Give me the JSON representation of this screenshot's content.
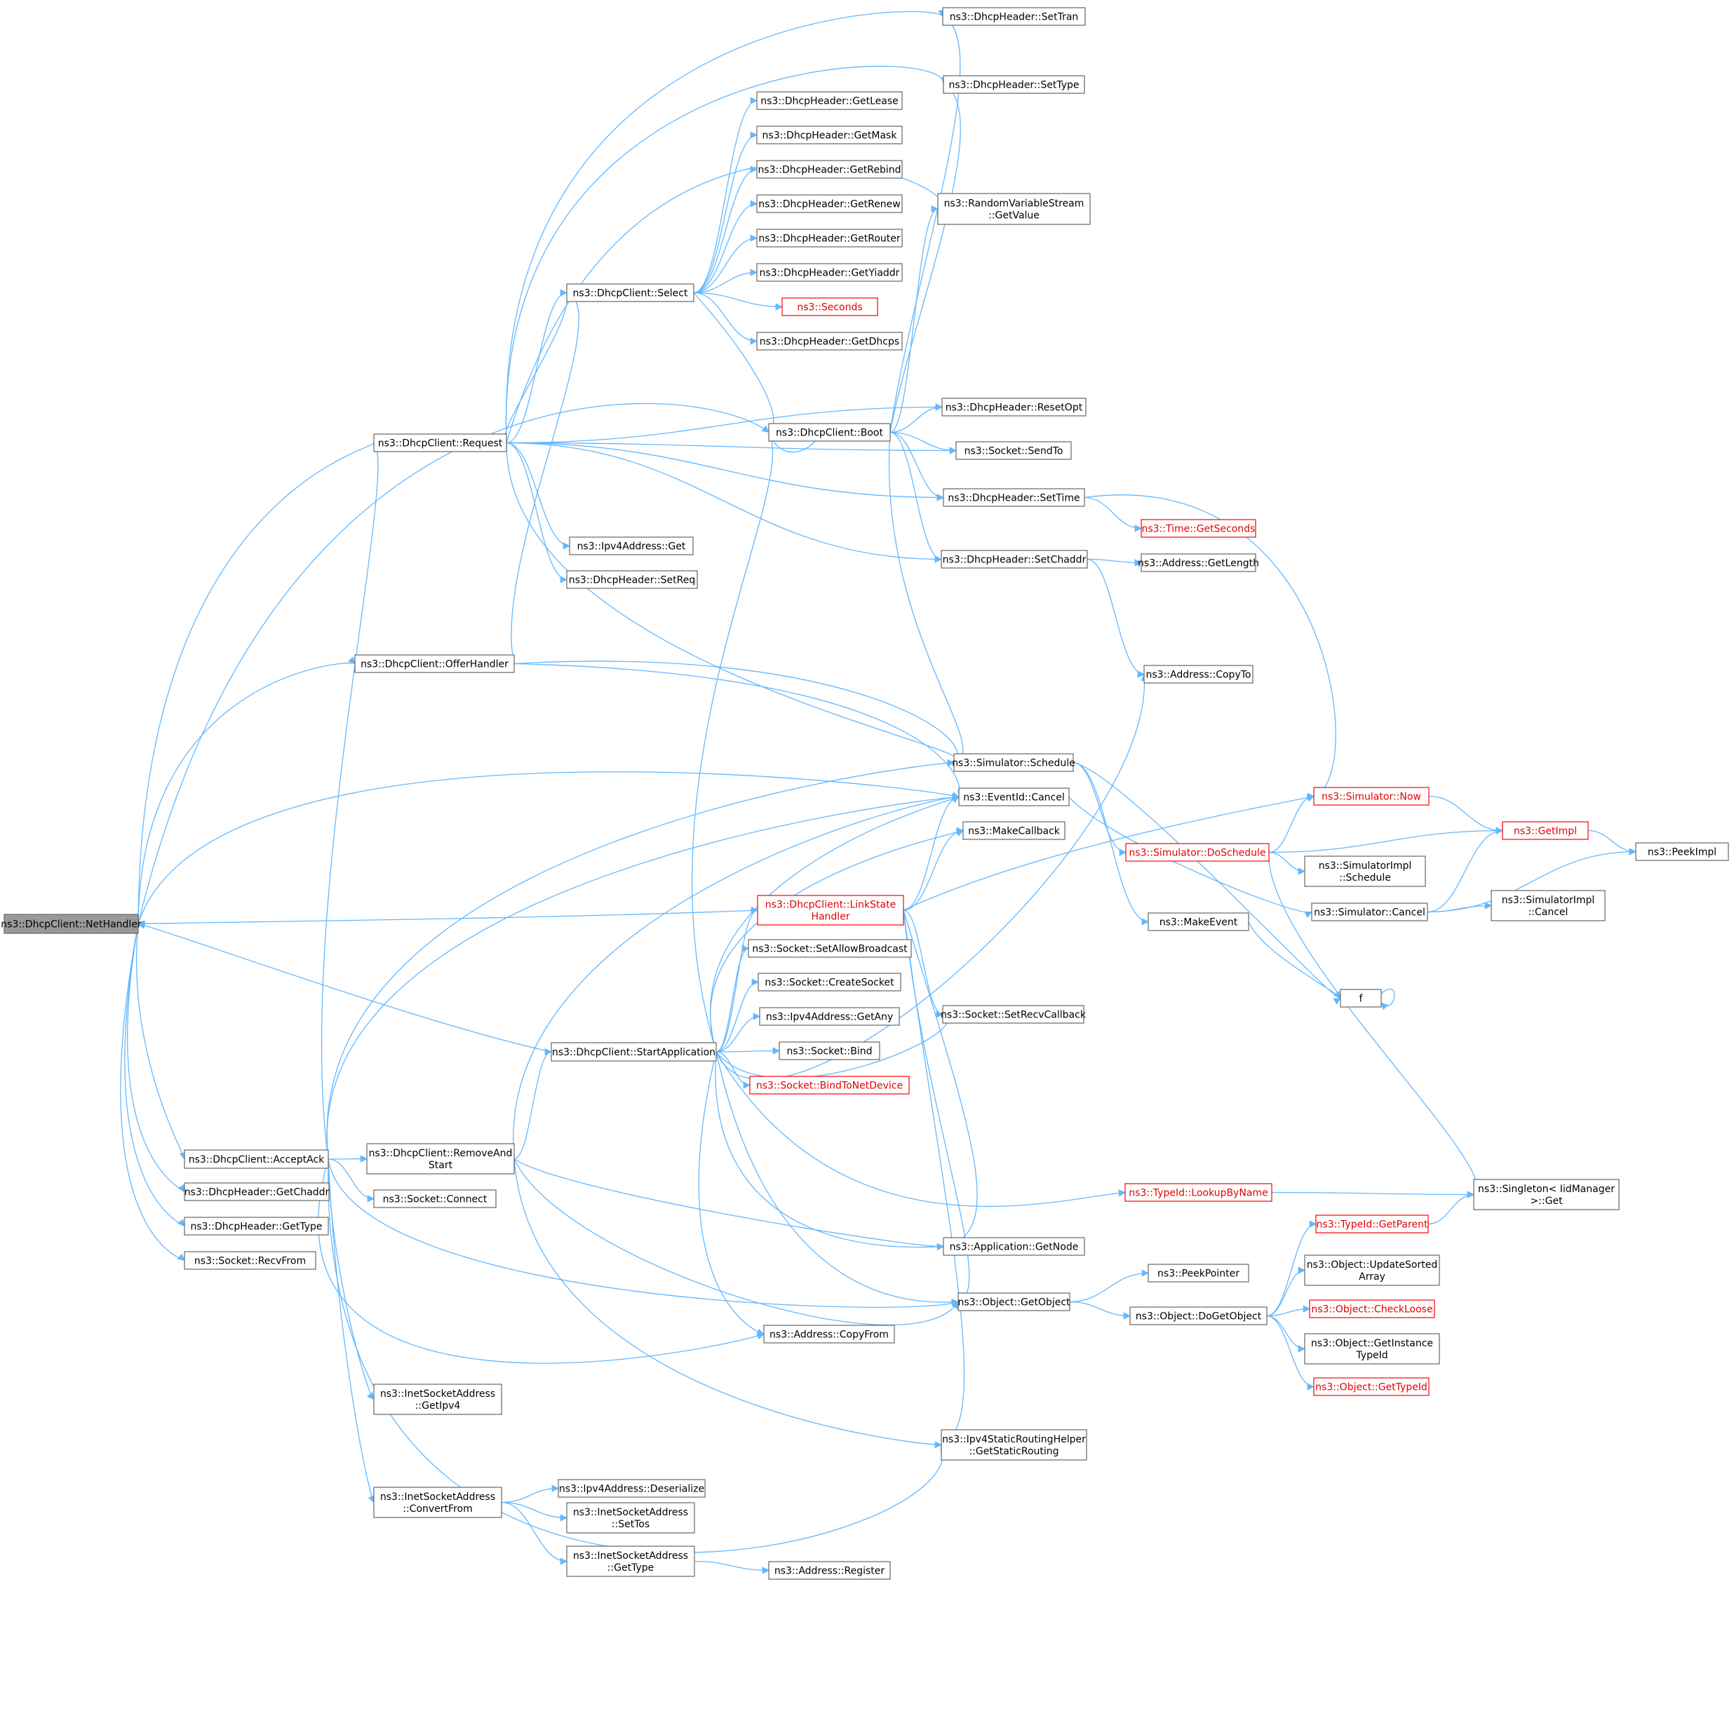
{
  "diagram": {
    "type": "call-graph",
    "colors": {
      "edge": "#63b8ff",
      "node_border": "#666666",
      "root_fill": "#999999",
      "warning_border": "#ff0000"
    },
    "nodes": [
      {
        "id": "root",
        "lines": [
          "ns3::DhcpClient::NetHandler"
        ],
        "root": true
      },
      {
        "id": "request",
        "lines": [
          "ns3::DhcpClient::Request"
        ]
      },
      {
        "id": "offer",
        "lines": [
          "ns3::DhcpClient::OfferHandler"
        ]
      },
      {
        "id": "acceptack",
        "lines": [
          "ns3::DhcpClient::AcceptAck"
        ]
      },
      {
        "id": "getchaddr",
        "lines": [
          "ns3::DhcpHeader::GetChaddr"
        ]
      },
      {
        "id": "gettype",
        "lines": [
          "ns3::DhcpHeader::GetType"
        ]
      },
      {
        "id": "recvfrom",
        "lines": [
          "ns3::Socket::RecvFrom"
        ]
      },
      {
        "id": "select",
        "lines": [
          "ns3::DhcpClient::Select"
        ]
      },
      {
        "id": "ipv4get",
        "lines": [
          "ns3::Ipv4Address::Get"
        ]
      },
      {
        "id": "setreq",
        "lines": [
          "ns3::DhcpHeader::SetReq"
        ]
      },
      {
        "id": "removestart",
        "lines": [
          "ns3::DhcpClient::RemoveAnd",
          "Start"
        ]
      },
      {
        "id": "connect",
        "lines": [
          "ns3::Socket::Connect"
        ]
      },
      {
        "id": "inetgetipv4",
        "lines": [
          "ns3::InetSocketAddress",
          "::GetIpv4"
        ]
      },
      {
        "id": "inetconv",
        "lines": [
          "ns3::InetSocketAddress",
          "::ConvertFrom"
        ]
      },
      {
        "id": "startapp",
        "lines": [
          "ns3::DhcpClient::StartApplication"
        ]
      },
      {
        "id": "getlease",
        "lines": [
          "ns3::DhcpHeader::GetLease"
        ]
      },
      {
        "id": "getmask",
        "lines": [
          "ns3::DhcpHeader::GetMask"
        ]
      },
      {
        "id": "getrebind",
        "lines": [
          "ns3::DhcpHeader::GetRebind"
        ]
      },
      {
        "id": "getrenew",
        "lines": [
          "ns3::DhcpHeader::GetRenew"
        ]
      },
      {
        "id": "getrouter",
        "lines": [
          "ns3::DhcpHeader::GetRouter"
        ]
      },
      {
        "id": "getyiaddr",
        "lines": [
          "ns3::DhcpHeader::GetYiaddr"
        ]
      },
      {
        "id": "seconds",
        "lines": [
          "ns3::Seconds"
        ],
        "red": true
      },
      {
        "id": "getdhcps",
        "lines": [
          "ns3::DhcpHeader::GetDhcps"
        ]
      },
      {
        "id": "boot",
        "lines": [
          "ns3::DhcpClient::Boot"
        ]
      },
      {
        "id": "linkstate",
        "lines": [
          "ns3::DhcpClient::LinkState",
          "Handler"
        ],
        "red": true
      },
      {
        "id": "setallow",
        "lines": [
          "ns3::Socket::SetAllowBroadcast"
        ]
      },
      {
        "id": "createsock",
        "lines": [
          "ns3::Socket::CreateSocket"
        ]
      },
      {
        "id": "getany",
        "lines": [
          "ns3::Ipv4Address::GetAny"
        ]
      },
      {
        "id": "bind",
        "lines": [
          "ns3::Socket::Bind"
        ]
      },
      {
        "id": "bindnet",
        "lines": [
          "ns3::Socket::BindToNetDevice"
        ],
        "red": true
      },
      {
        "id": "copyfrom",
        "lines": [
          "ns3::Address::CopyFrom"
        ]
      },
      {
        "id": "ipv4deser",
        "lines": [
          "ns3::Ipv4Address::Deserialize"
        ]
      },
      {
        "id": "settos",
        "lines": [
          "ns3::InetSocketAddress",
          "::SetTos"
        ]
      },
      {
        "id": "inetgettype",
        "lines": [
          "ns3::InetSocketAddress",
          "::GetType"
        ]
      },
      {
        "id": "register",
        "lines": [
          "ns3::Address::Register"
        ]
      },
      {
        "id": "settran",
        "lines": [
          "ns3::DhcpHeader::SetTran"
        ]
      },
      {
        "id": "settype",
        "lines": [
          "ns3::DhcpHeader::SetType"
        ]
      },
      {
        "id": "rvsget",
        "lines": [
          "ns3::RandomVariableStream",
          "::GetValue"
        ]
      },
      {
        "id": "resetopt",
        "lines": [
          "ns3::DhcpHeader::ResetOpt"
        ]
      },
      {
        "id": "sendto",
        "lines": [
          "ns3::Socket::SendTo"
        ]
      },
      {
        "id": "settime",
        "lines": [
          "ns3::DhcpHeader::SetTime"
        ]
      },
      {
        "id": "setchaddr",
        "lines": [
          "ns3::DhcpHeader::SetChaddr"
        ]
      },
      {
        "id": "schedule",
        "lines": [
          "ns3::Simulator::Schedule"
        ]
      },
      {
        "id": "cancel",
        "lines": [
          "ns3::EventId::Cancel"
        ]
      },
      {
        "id": "makecb",
        "lines": [
          "ns3::MakeCallback"
        ]
      },
      {
        "id": "setrecv",
        "lines": [
          "ns3::Socket::SetRecvCallback"
        ]
      },
      {
        "id": "getnode",
        "lines": [
          "ns3::Application::GetNode"
        ]
      },
      {
        "id": "getobject",
        "lines": [
          "ns3::Object::GetObject"
        ]
      },
      {
        "id": "getstatic",
        "lines": [
          "ns3::Ipv4StaticRoutingHelper",
          "::GetStaticRouting"
        ]
      },
      {
        "id": "timegetsec",
        "lines": [
          "ns3::Time::GetSeconds"
        ],
        "red": true
      },
      {
        "id": "addrgetlen",
        "lines": [
          "ns3::Address::GetLength"
        ]
      },
      {
        "id": "copyto",
        "lines": [
          "ns3::Address::CopyTo"
        ]
      },
      {
        "id": "simnow",
        "lines": [
          "ns3::Simulator::Now"
        ],
        "red": true
      },
      {
        "id": "doschedule",
        "lines": [
          "ns3::Simulator::DoSchedule"
        ],
        "red": true
      },
      {
        "id": "makeevent",
        "lines": [
          "ns3::MakeEvent"
        ]
      },
      {
        "id": "lookupbyname",
        "lines": [
          "ns3::TypeId::LookupByName"
        ],
        "red": true
      },
      {
        "id": "peekpointer",
        "lines": [
          "ns3::PeekPointer"
        ]
      },
      {
        "id": "dogetobject",
        "lines": [
          "ns3::Object::DoGetObject"
        ]
      },
      {
        "id": "getimpl",
        "lines": [
          "ns3::GetImpl"
        ],
        "red": true
      },
      {
        "id": "simimplsched",
        "lines": [
          "ns3::SimulatorImpl",
          "::Schedule"
        ]
      },
      {
        "id": "simcancel",
        "lines": [
          "ns3::Simulator::Cancel"
        ]
      },
      {
        "id": "f",
        "lines": [
          "f"
        ]
      },
      {
        "id": "singleton",
        "lines": [
          "ns3::Singleton< IidManager",
          "  >::Get"
        ]
      },
      {
        "id": "getparent",
        "lines": [
          "ns3::TypeId::GetParent"
        ],
        "red": true
      },
      {
        "id": "updatesorted",
        "lines": [
          "ns3::Object::UpdateSorted",
          "Array"
        ]
      },
      {
        "id": "checkloose",
        "lines": [
          "ns3::Object::CheckLoose"
        ],
        "red": true
      },
      {
        "id": "getinstance",
        "lines": [
          "ns3::Object::GetInstance",
          "TypeId"
        ]
      },
      {
        "id": "gettypeid",
        "lines": [
          "ns3::Object::GetTypeId"
        ],
        "red": true
      },
      {
        "id": "peekimpl",
        "lines": [
          "ns3::PeekImpl"
        ]
      },
      {
        "id": "simimplcancel",
        "lines": [
          "ns3::SimulatorImpl",
          "::Cancel"
        ]
      }
    ],
    "edges": [
      [
        "root",
        "request"
      ],
      [
        "root",
        "offer"
      ],
      [
        "root",
        "acceptack"
      ],
      [
        "root",
        "getchaddr"
      ],
      [
        "root",
        "gettype"
      ],
      [
        "root",
        "recvfrom"
      ],
      [
        "root",
        "boot"
      ],
      [
        "root",
        "cancel"
      ],
      [
        "request",
        "select"
      ],
      [
        "request",
        "settran"
      ],
      [
        "request",
        "settype"
      ],
      [
        "request",
        "rvsget"
      ],
      [
        "request",
        "resetopt"
      ],
      [
        "request",
        "sendto"
      ],
      [
        "request",
        "settime"
      ],
      [
        "request",
        "setchaddr"
      ],
      [
        "request",
        "ipv4get"
      ],
      [
        "request",
        "setreq"
      ],
      [
        "request",
        "schedule"
      ],
      [
        "select",
        "getlease"
      ],
      [
        "select",
        "getmask"
      ],
      [
        "select",
        "getrebind"
      ],
      [
        "select",
        "getrenew"
      ],
      [
        "select",
        "getrouter"
      ],
      [
        "select",
        "getyiaddr"
      ],
      [
        "select",
        "seconds"
      ],
      [
        "select",
        "getdhcps"
      ],
      [
        "select",
        "boot"
      ],
      [
        "select",
        "request"
      ],
      [
        "offer",
        "select"
      ],
      [
        "offer",
        "schedule"
      ],
      [
        "offer",
        "cancel"
      ],
      [
        "acceptack",
        "request"
      ],
      [
        "acceptack",
        "removestart"
      ],
      [
        "acceptack",
        "connect"
      ],
      [
        "acceptack",
        "inetgetipv4"
      ],
      [
        "acceptack",
        "inetconv"
      ],
      [
        "acceptack",
        "schedule"
      ],
      [
        "acceptack",
        "cancel"
      ],
      [
        "acceptack",
        "getobject"
      ],
      [
        "acceptack",
        "getstatic"
      ],
      [
        "acceptack",
        "copyfrom"
      ],
      [
        "removestart",
        "startapp"
      ],
      [
        "removestart",
        "cancel"
      ],
      [
        "removestart",
        "getnode"
      ],
      [
        "removestart",
        "getobject"
      ],
      [
        "removestart",
        "getstatic"
      ],
      [
        "inetconv",
        "ipv4deser"
      ],
      [
        "inetconv",
        "settos"
      ],
      [
        "inetconv",
        "inetgettype"
      ],
      [
        "inetgettype",
        "register"
      ],
      [
        "startapp",
        "root"
      ],
      [
        "startapp",
        "boot"
      ],
      [
        "startapp",
        "linkstate"
      ],
      [
        "startapp",
        "setallow"
      ],
      [
        "startapp",
        "createsock"
      ],
      [
        "startapp",
        "getany"
      ],
      [
        "startapp",
        "bind"
      ],
      [
        "startapp",
        "bindnet"
      ],
      [
        "startapp",
        "copyfrom"
      ],
      [
        "startapp",
        "makecb"
      ],
      [
        "startapp",
        "cancel"
      ],
      [
        "startapp",
        "setrecv"
      ],
      [
        "startapp",
        "getnode"
      ],
      [
        "startapp",
        "getobject"
      ],
      [
        "startapp",
        "lookupbyname"
      ],
      [
        "startapp",
        "copyto"
      ],
      [
        "boot",
        "boot"
      ],
      [
        "boot",
        "settran"
      ],
      [
        "boot",
        "settype"
      ],
      [
        "boot",
        "rvsget"
      ],
      [
        "boot",
        "resetopt"
      ],
      [
        "boot",
        "sendto"
      ],
      [
        "boot",
        "settime"
      ],
      [
        "boot",
        "setchaddr"
      ],
      [
        "boot",
        "schedule"
      ],
      [
        "linkstate",
        "root"
      ],
      [
        "linkstate",
        "cancel"
      ],
      [
        "linkstate",
        "makecb"
      ],
      [
        "linkstate",
        "setrecv"
      ],
      [
        "linkstate",
        "getnode"
      ],
      [
        "linkstate",
        "getobject"
      ],
      [
        "linkstate",
        "getstatic"
      ],
      [
        "linkstate",
        "simnow"
      ],
      [
        "settime",
        "timegetsec"
      ],
      [
        "settime",
        "simnow"
      ],
      [
        "setchaddr",
        "addrgetlen"
      ],
      [
        "setchaddr",
        "copyto"
      ],
      [
        "schedule",
        "doschedule"
      ],
      [
        "schedule",
        "makeevent"
      ],
      [
        "schedule",
        "f"
      ],
      [
        "cancel",
        "simcancel"
      ],
      [
        "doschedule",
        "simnow"
      ],
      [
        "doschedule",
        "getimpl"
      ],
      [
        "doschedule",
        "simimplsched"
      ],
      [
        "doschedule",
        "singleton"
      ],
      [
        "simnow",
        "getimpl"
      ],
      [
        "getimpl",
        "peekimpl"
      ],
      [
        "makeevent",
        "f"
      ],
      [
        "f",
        "f"
      ],
      [
        "simcancel",
        "getimpl"
      ],
      [
        "simcancel",
        "peekimpl"
      ],
      [
        "simcancel",
        "simimplcancel"
      ],
      [
        "lookupbyname",
        "singleton"
      ],
      [
        "getobject",
        "peekpointer"
      ],
      [
        "getobject",
        "dogetobject"
      ],
      [
        "dogetobject",
        "getparent"
      ],
      [
        "dogetobject",
        "updatesorted"
      ],
      [
        "dogetobject",
        "checkloose"
      ],
      [
        "dogetobject",
        "getinstance"
      ],
      [
        "dogetobject",
        "gettypeid"
      ],
      [
        "getparent",
        "singleton"
      ]
    ]
  }
}
